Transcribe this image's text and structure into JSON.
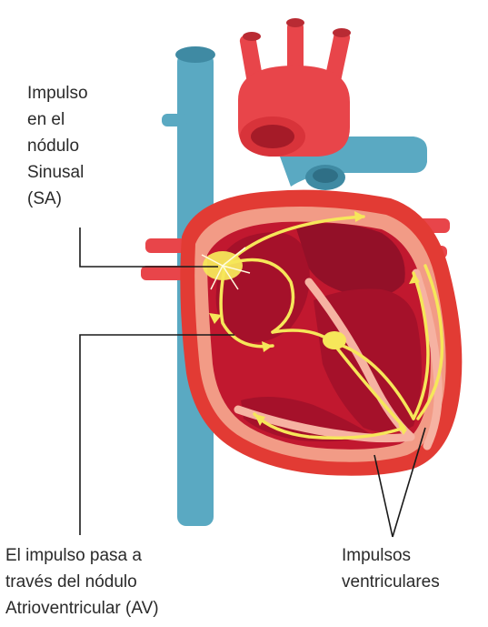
{
  "labels": {
    "sa_node": [
      "Impulso",
      "en el",
      "nódulo",
      "Sinusal",
      "(SA)"
    ],
    "av_node": [
      "El impulso pasa  a",
      "través del nódulo",
      "Atrioventricular (AV)"
    ],
    "ventricular": [
      "Impulsos",
      "ventriculares"
    ]
  },
  "colors": {
    "vein_blue": "#5aa9c2",
    "vein_blue_dark": "#3f8aa3",
    "artery_red": "#e8454a",
    "heart_outer": "#e23b34",
    "heart_wall": "#f29b86",
    "chamber_dark": "#a5112a",
    "chamber_mid": "#c1182f",
    "conduction": "#f6e75a",
    "leader_line": "#1a1a1a"
  }
}
